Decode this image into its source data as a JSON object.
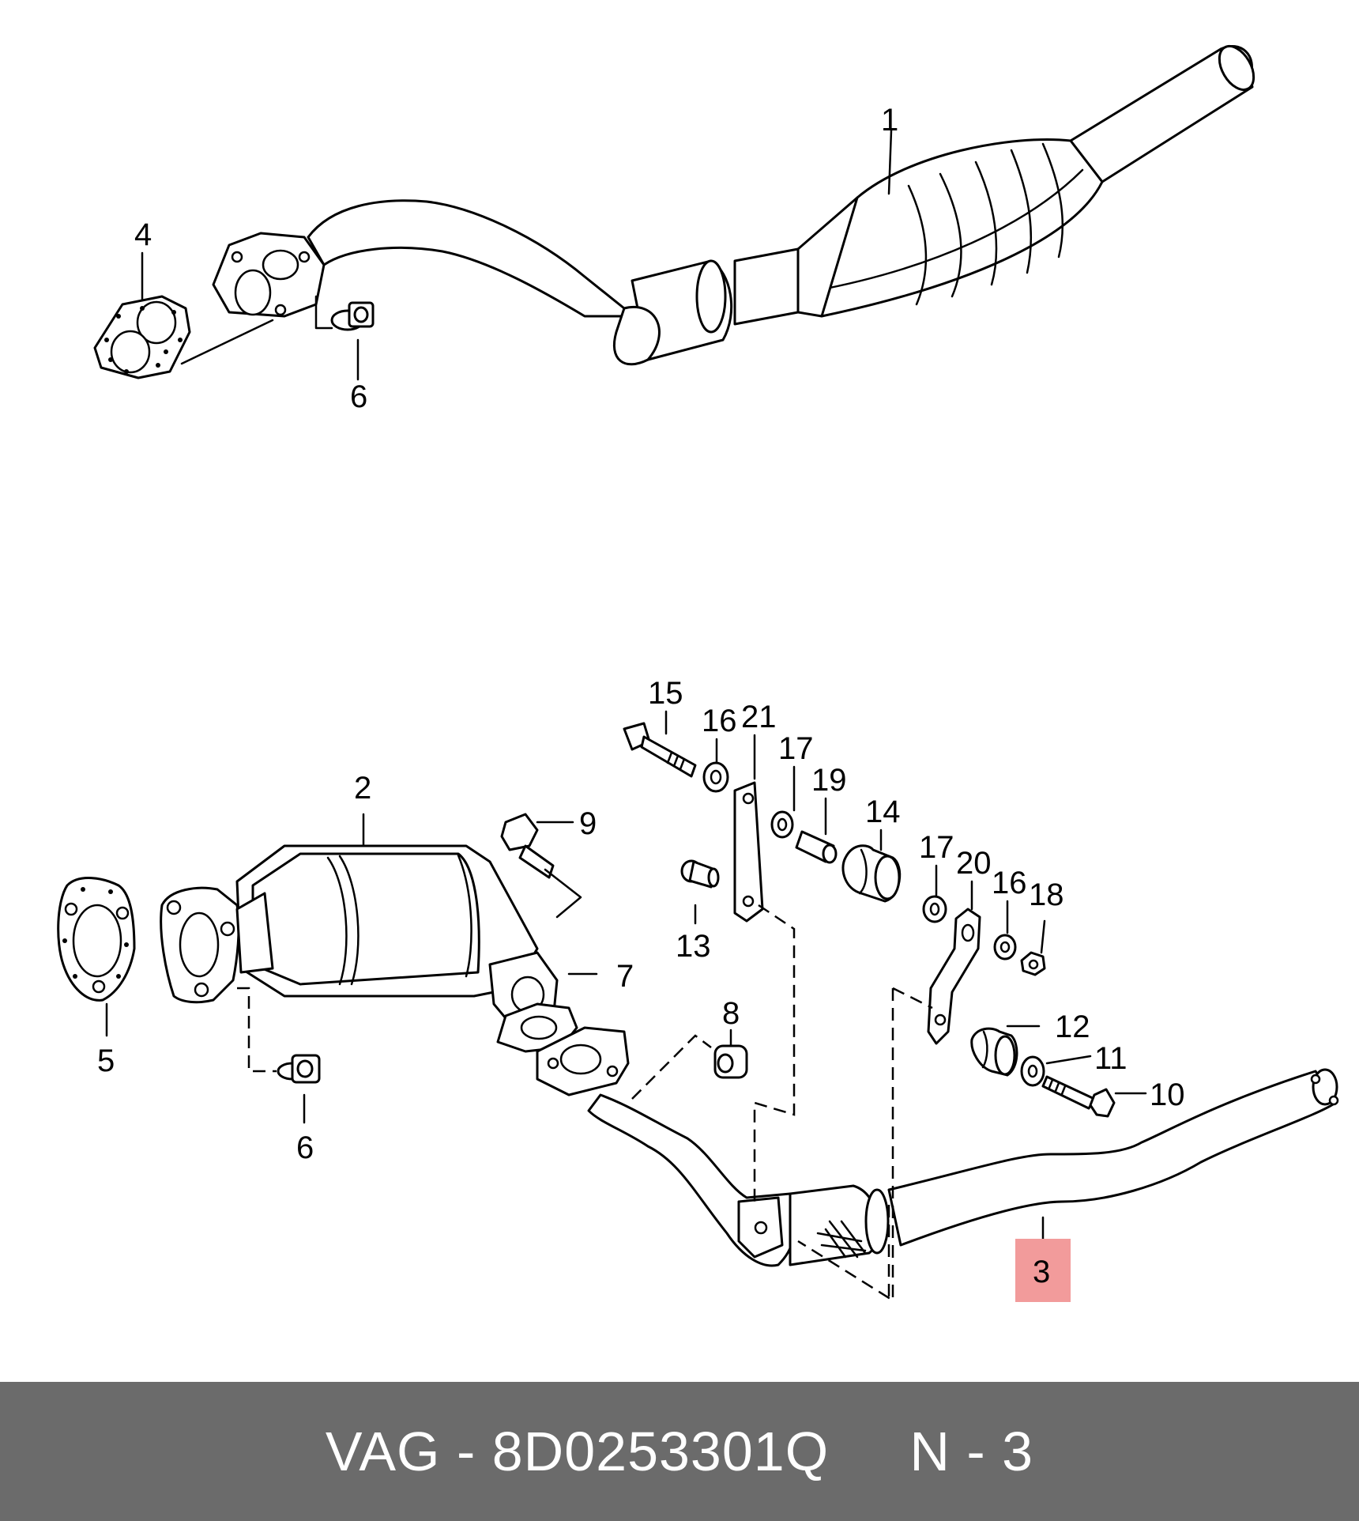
{
  "diagram": {
    "labels": {
      "p1": "1",
      "p2": "2",
      "p3": "3",
      "p4": "4",
      "p5": "5",
      "p6_top": "6",
      "p6_bottom": "6",
      "p7": "7",
      "p8": "8",
      "p9": "9",
      "p10": "10",
      "p11": "11",
      "p12": "12",
      "p13": "13",
      "p14": "14",
      "p15": "15",
      "p16_a": "16",
      "p16_b": "16",
      "p17_a": "17",
      "p17_b": "17",
      "p18": "18",
      "p19": "19",
      "p20": "20",
      "p21": "21"
    },
    "highlight_color": "#f29b9b"
  },
  "footer": {
    "brand": "VAG",
    "separator": " - ",
    "part_number": "8D0253301Q",
    "gap": "     ",
    "position_label": "N - 3"
  }
}
